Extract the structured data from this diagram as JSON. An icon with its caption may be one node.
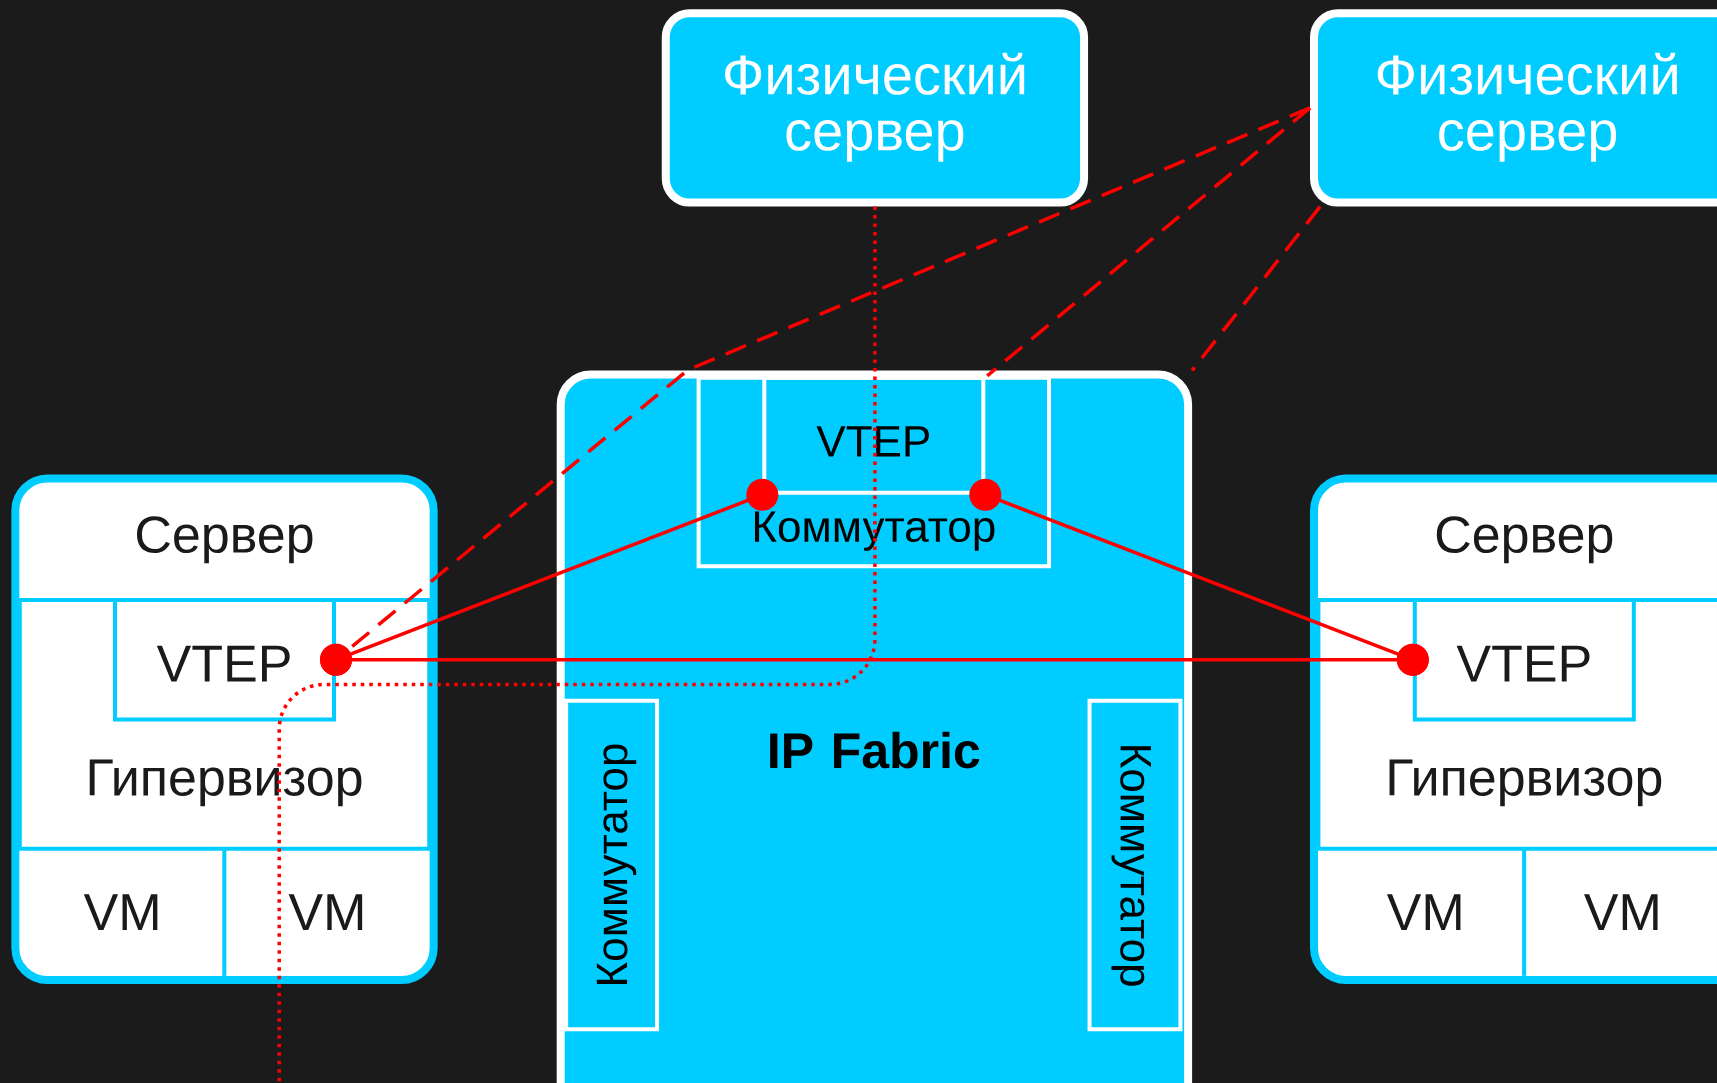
{
  "diagram": {
    "nodes": [
      {
        "text": [
          "Физический сервер"
        ]
      },
      {
        "text": [
          "Физический сервер"
        ]
      },
      {
        "text": [
          "Сервер"
        ]
      },
      {
        "text": [
          "Гипервизор"
        ],
        "in": 2
      },
      {
        "text": [
          "VTEP"
        ],
        "in": 3
      },
      {
        "text": [
          "VM"
        ],
        "in": 2
      },
      {
        "text": [
          "VM"
        ],
        "in": 2
      },
      {
        "text": [
          "IP Fabric"
        ]
      },
      {
        "text": [
          "Коммутатор"
        ],
        "in": 7
      },
      {
        "text": [
          "VTEP"
        ],
        "in": 8
      },
      {
        "text": [
          "Коммутатор"
        ],
        "in": 7
      },
      {
        "text": [
          "Коммутатор"
        ],
        "in": 7
      },
      {
        "text": [
          "Сервер"
        ]
      },
      {
        "text": [
          "Гипервизор"
        ],
        "in": 12
      },
      {
        "text": [
          "VTEP"
        ],
        "in": 13
      },
      {
        "text": [
          "VM"
        ],
        "in": 12
      },
      {
        "text": [
          "VM"
        ],
        "in": 12
      }
    ],
    "edges": [
      {
        "from": 4,
        "to": 9,
        "arrow": "other"
      },
      {
        "from": 9,
        "to": 14,
        "arrow": "other"
      },
      {
        "from": 4,
        "to": 14,
        "arrow": "other"
      },
      {
        "from": 1,
        "to": 4,
        "arrow": "none",
        "style": "dashed"
      },
      {
        "from": 1,
        "to": 8,
        "arrow": "none",
        "style": "dashed"
      },
      {
        "from": 1,
        "to": 7,
        "arrow": "none",
        "style": "dashed"
      },
      {
        "from": 0,
        "to": null,
        "arrow": "none",
        "style": "dashed"
      }
    ]
  }
}
